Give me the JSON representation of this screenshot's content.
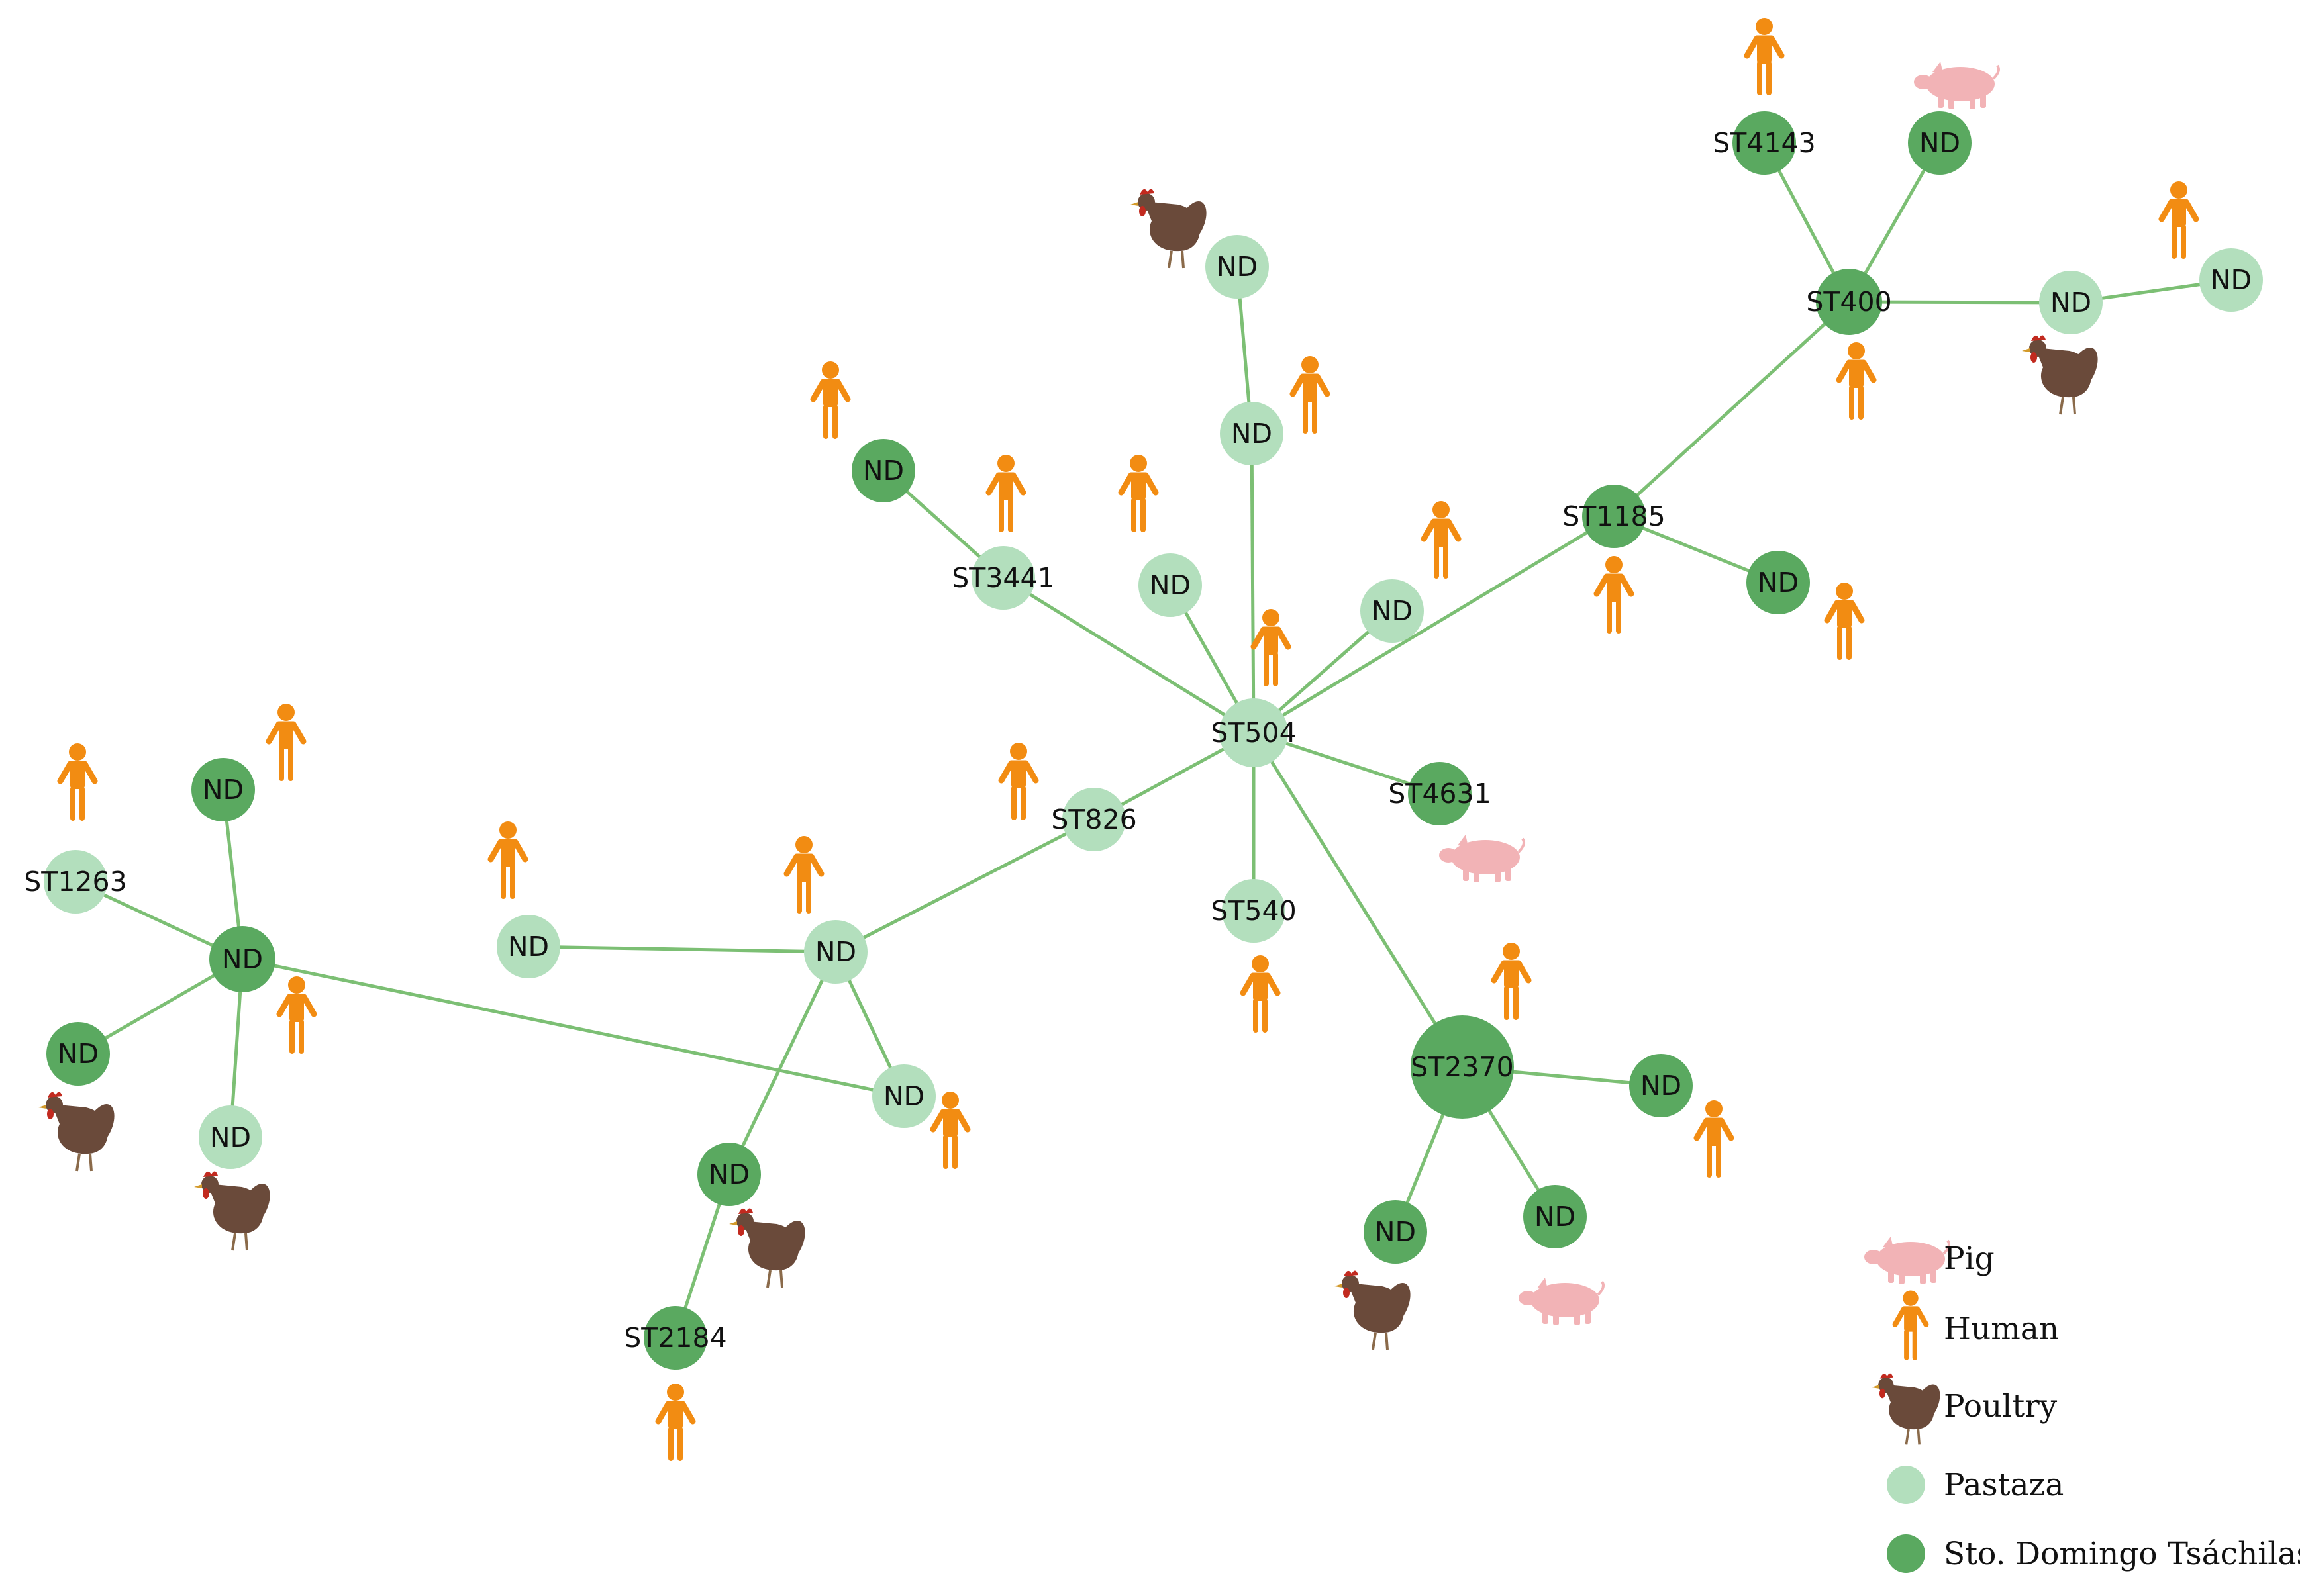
{
  "colors": {
    "pastaza": "#b3dfbd",
    "sto_domingo": "#5aa960",
    "edge": "#7cbf74",
    "human": "#f28c12",
    "pig": "#f2b3b6",
    "poultry_body": "#6a4a3a",
    "poultry_comb": "#c22a1f"
  },
  "nodes": [
    {
      "id": "n_st504",
      "label": "ST504",
      "group": "pastaza"
    },
    {
      "id": "n_st826",
      "label": "ST826",
      "group": "pastaza"
    },
    {
      "id": "n_st3441",
      "label": "ST3441",
      "group": "pastaza"
    },
    {
      "id": "n_nd_a",
      "label": "ND",
      "group": "sto_domingo"
    },
    {
      "id": "n_nd_b",
      "label": "ND",
      "group": "pastaza"
    },
    {
      "id": "n_nd_c",
      "label": "ND",
      "group": "pastaza"
    },
    {
      "id": "n_nd_d",
      "label": "ND",
      "group": "pastaza"
    },
    {
      "id": "n_nd_e",
      "label": "ND",
      "group": "pastaza"
    },
    {
      "id": "n_st1185",
      "label": "ST1185",
      "group": "sto_domingo"
    },
    {
      "id": "n_nd_f",
      "label": "ND",
      "group": "sto_domingo"
    },
    {
      "id": "n_st400",
      "label": "ST400",
      "group": "sto_domingo"
    },
    {
      "id": "n_st4143",
      "label": "ST4143",
      "group": "sto_domingo"
    },
    {
      "id": "n_nd_g",
      "label": "ND",
      "group": "sto_domingo"
    },
    {
      "id": "n_nd_h",
      "label": "ND",
      "group": "pastaza"
    },
    {
      "id": "n_nd_i",
      "label": "ND",
      "group": "pastaza"
    },
    {
      "id": "n_st4631",
      "label": "ST4631",
      "group": "sto_domingo"
    },
    {
      "id": "n_st540",
      "label": "ST540",
      "group": "pastaza"
    },
    {
      "id": "n_st2370",
      "label": "ST2370",
      "group": "sto_domingo"
    },
    {
      "id": "n_nd_j",
      "label": "ND",
      "group": "sto_domingo"
    },
    {
      "id": "n_nd_k",
      "label": "ND",
      "group": "sto_domingo"
    },
    {
      "id": "n_nd_l",
      "label": "ND",
      "group": "sto_domingo"
    },
    {
      "id": "n_nd_m",
      "label": "ND",
      "group": "pastaza"
    },
    {
      "id": "n_nd_n",
      "label": "ND",
      "group": "pastaza"
    },
    {
      "id": "n_nd_o",
      "label": "ND",
      "group": "sto_domingo"
    },
    {
      "id": "n_st2184",
      "label": "ST2184",
      "group": "sto_domingo"
    },
    {
      "id": "n_nd_p",
      "label": "ND",
      "group": "pastaza"
    },
    {
      "id": "n_nd_q",
      "label": "ND",
      "group": "sto_domingo"
    },
    {
      "id": "n_st1263",
      "label": "ST1263",
      "group": "pastaza"
    },
    {
      "id": "n_nd_r",
      "label": "ND",
      "group": "sto_domingo"
    },
    {
      "id": "n_nd_s",
      "label": "ND",
      "group": "sto_domingo"
    },
    {
      "id": "n_nd_t",
      "label": "ND",
      "group": "pastaza"
    }
  ],
  "edges": [
    [
      "n_st504",
      "n_st826"
    ],
    [
      "n_st504",
      "n_st3441"
    ],
    [
      "n_st3441",
      "n_nd_a"
    ],
    [
      "n_st504",
      "n_nd_b"
    ],
    [
      "n_st504",
      "n_nd_c"
    ],
    [
      "n_nd_c",
      "n_nd_d"
    ],
    [
      "n_st504",
      "n_nd_e"
    ],
    [
      "n_st504",
      "n_st1185"
    ],
    [
      "n_st1185",
      "n_nd_f"
    ],
    [
      "n_st1185",
      "n_st400"
    ],
    [
      "n_st400",
      "n_st4143"
    ],
    [
      "n_st400",
      "n_nd_g"
    ],
    [
      "n_st400",
      "n_nd_h"
    ],
    [
      "n_nd_h",
      "n_nd_i"
    ],
    [
      "n_st504",
      "n_st4631"
    ],
    [
      "n_st504",
      "n_st540"
    ],
    [
      "n_st504",
      "n_st2370"
    ],
    [
      "n_st2370",
      "n_nd_j"
    ],
    [
      "n_st2370",
      "n_nd_k"
    ],
    [
      "n_st2370",
      "n_nd_l"
    ],
    [
      "n_st826",
      "n_nd_m"
    ],
    [
      "n_nd_m",
      "n_nd_n"
    ],
    [
      "n_nd_m",
      "n_nd_o"
    ],
    [
      "n_nd_o",
      "n_st2184"
    ],
    [
      "n_nd_m",
      "n_nd_p"
    ],
    [
      "n_nd_p",
      "n_nd_q"
    ],
    [
      "n_nd_q",
      "n_st1263"
    ],
    [
      "n_nd_q",
      "n_nd_r"
    ],
    [
      "n_nd_q",
      "n_nd_s"
    ],
    [
      "n_nd_q",
      "n_nd_t"
    ]
  ],
  "hosts": [
    {
      "node": "n_nd_a",
      "host": "human"
    },
    {
      "node": "n_st3441",
      "host": "human"
    },
    {
      "node": "n_nd_b",
      "host": "human"
    },
    {
      "node": "n_nd_c",
      "host": "human"
    },
    {
      "node": "n_nd_d",
      "host": "poultry"
    },
    {
      "node": "n_nd_e",
      "host": "human"
    },
    {
      "node": "n_st504",
      "host": "human"
    },
    {
      "node": "n_st1185",
      "host": "human"
    },
    {
      "node": "n_nd_f",
      "host": "human"
    },
    {
      "node": "n_st400",
      "host": "human"
    },
    {
      "node": "n_st4143",
      "host": "human"
    },
    {
      "node": "n_nd_g",
      "host": "pig"
    },
    {
      "node": "n_nd_h",
      "host": "poultry"
    },
    {
      "node": "n_nd_i",
      "host": "human"
    },
    {
      "node": "n_st4631",
      "host": "pig"
    },
    {
      "node": "n_st540",
      "host": "human"
    },
    {
      "node": "n_st2370",
      "host": "human"
    },
    {
      "node": "n_nd_j",
      "host": "human"
    },
    {
      "node": "n_nd_k",
      "host": "pig"
    },
    {
      "node": "n_nd_l",
      "host": "poultry"
    },
    {
      "node": "n_st826",
      "host": "human"
    },
    {
      "node": "n_nd_m",
      "host": "human"
    },
    {
      "node": "n_nd_n",
      "host": "human"
    },
    {
      "node": "n_nd_o",
      "host": "poultry"
    },
    {
      "node": "n_st2184",
      "host": "human"
    },
    {
      "node": "n_nd_p",
      "host": "human"
    },
    {
      "node": "n_nd_q",
      "host": "human"
    },
    {
      "node": "n_st1263",
      "host": "human"
    },
    {
      "node": "n_nd_r",
      "host": "human"
    },
    {
      "node": "n_nd_s",
      "host": "poultry"
    },
    {
      "node": "n_nd_t",
      "host": "poultry"
    }
  ],
  "legend": {
    "pig": "Pig",
    "human": "Human",
    "poultry": "Poultry",
    "pastaza": "Pastaza",
    "sto_domingo": "Sto. Domingo Tsáchilas"
  }
}
